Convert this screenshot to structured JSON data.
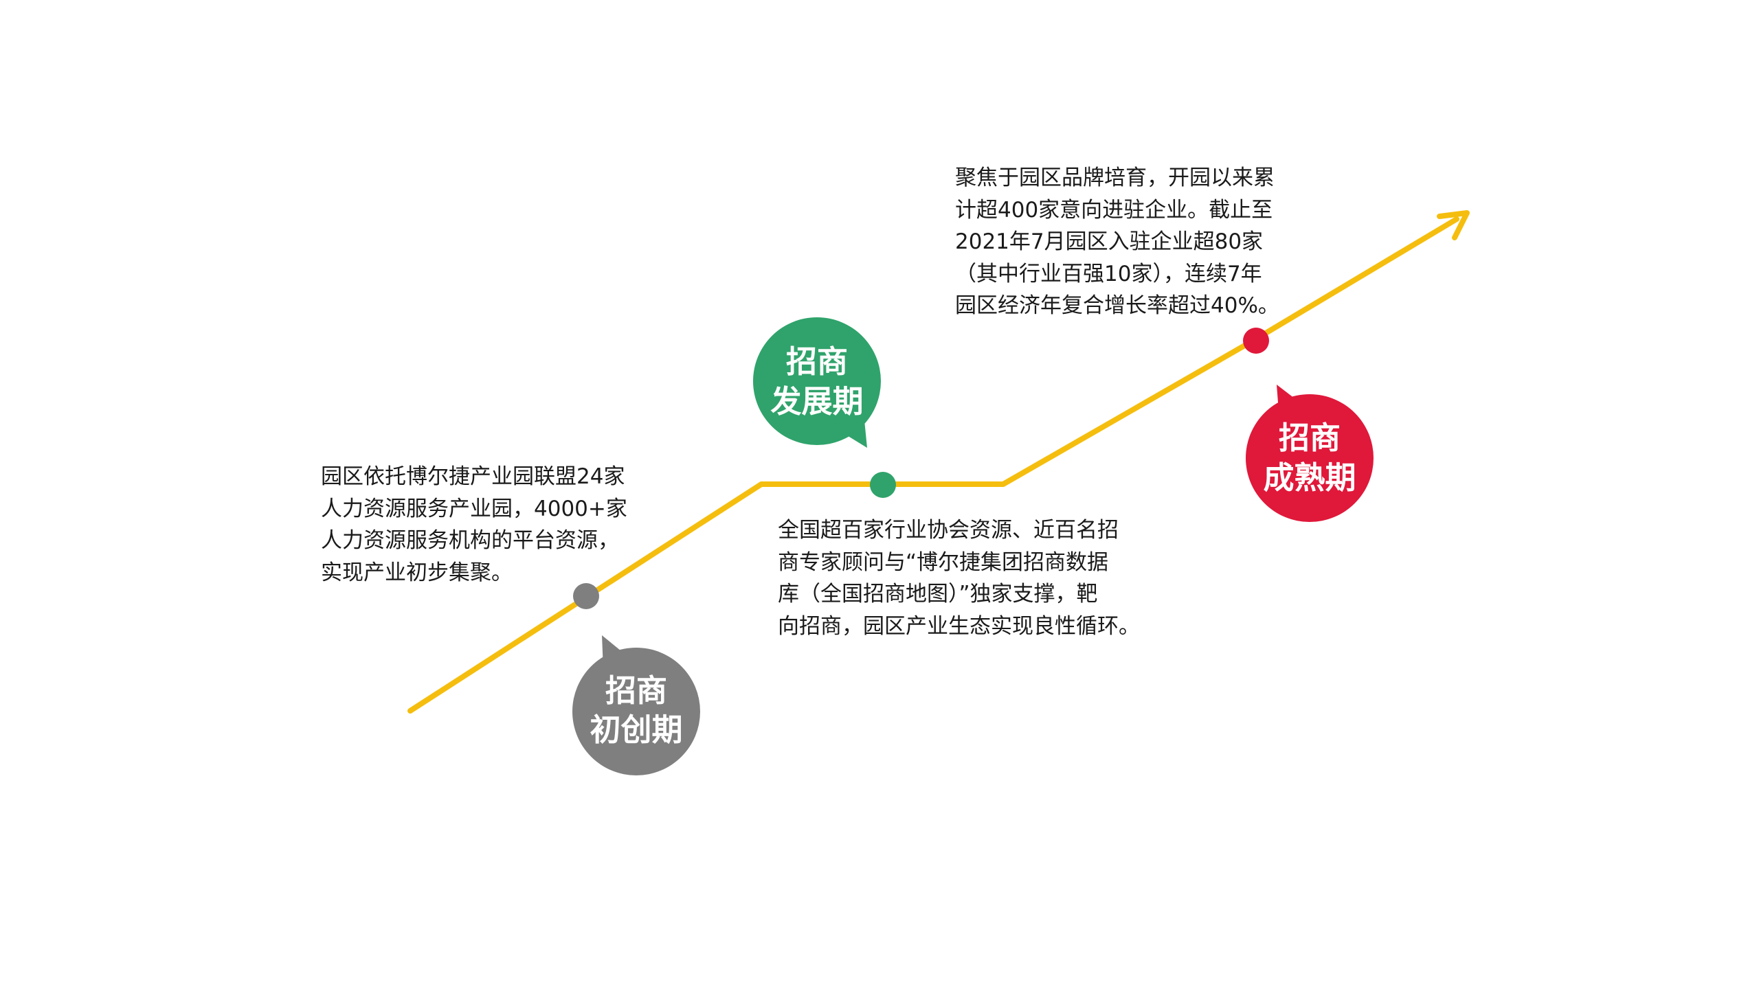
{
  "colors": {
    "line": "#F5BE0E",
    "stage1": "#7F7F7F",
    "stage2": "#2FA36B",
    "stage3": "#E0183A",
    "text": "#1a1a1a",
    "bubble_text": "#ffffff"
  },
  "stages": [
    {
      "id": "stage1",
      "label_line1": "招商",
      "label_line2": "初创期",
      "description": [
        "园区依托博尔捷产业园联盟24家",
        "人力资源服务产业园，4000+家",
        "人力资源服务机构的平台资源，",
        "实现产业初步集聚。"
      ]
    },
    {
      "id": "stage2",
      "label_line1": "招商",
      "label_line2": "发展期",
      "description": [
        "全国超百家行业协会资源、近百名招",
        "商专家顾问与“博尔捷集团招商数据",
        "库（全国招商地图）”独家支撑，靶",
        "向招商，园区产业生态实现良性循环。"
      ]
    },
    {
      "id": "stage3",
      "label_line1": "招商",
      "label_line2": "成熟期",
      "description": [
        "聚焦于园区品牌培育，开园以来累",
        "计超400家意向进驻企业。截止至",
        "2021年7月园区入驻企业超80家",
        "（其中行业百强10家），连续7年",
        "园区经济年复合增长率超过40%。"
      ]
    }
  ]
}
